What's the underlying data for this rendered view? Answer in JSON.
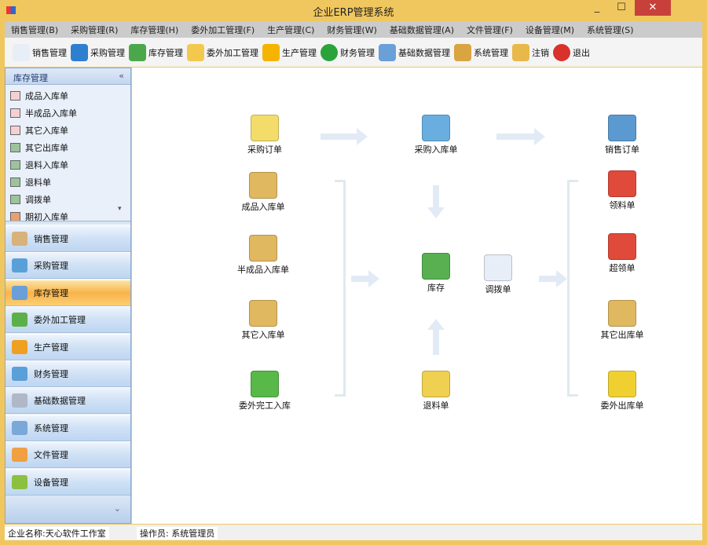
{
  "window": {
    "title": "企业ERP管理系统",
    "minimize": "_",
    "maximize": "☐",
    "close": "✕"
  },
  "menu": [
    "销售管理(B)",
    "采购管理(R)",
    "库存管理(H)",
    "委外加工管理(F)",
    "生产管理(C)",
    "财务管理(W)",
    "基础数据管理(A)",
    "文件管理(F)",
    "设备管理(M)",
    "系统管理(S)"
  ],
  "toolbar": [
    {
      "label": "销售管理",
      "icon": "edit-icon",
      "color": "#e8eef8"
    },
    {
      "label": "采购管理",
      "icon": "basket-icon",
      "color": "#2f7fd0"
    },
    {
      "label": "库存管理",
      "icon": "house-icon",
      "color": "#4aa84a"
    },
    {
      "label": "委外加工管理",
      "icon": "folder-icon",
      "color": "#f2c94c"
    },
    {
      "label": "生产管理",
      "icon": "gear-icon",
      "color": "#f5b400"
    },
    {
      "label": "财务管理",
      "icon": "dollar-icon",
      "color": "#2aa33a"
    },
    {
      "label": "基础数据管理",
      "icon": "table-icon",
      "color": "#6a9fd8"
    },
    {
      "label": "系统管理",
      "icon": "tools-icon",
      "color": "#d9a441"
    },
    {
      "label": "注销",
      "icon": "key-icon",
      "color": "#e9b84a"
    },
    {
      "label": "退出",
      "icon": "exit-icon",
      "color": "#d9322c"
    }
  ],
  "sidebar": {
    "header": "库存管理",
    "collapse": "«",
    "items": [
      "成品入库单",
      "半成品入库单",
      "其它入库单",
      "其它出库单",
      "退料入库单",
      "退料单",
      "调拨单",
      "期初入库单"
    ],
    "scroll_down": "▾",
    "nav": [
      {
        "label": "销售管理",
        "color": "#d8b27a"
      },
      {
        "label": "采购管理",
        "color": "#5aa0d8"
      },
      {
        "label": "库存管理",
        "color": "#6a9fd8",
        "active": true
      },
      {
        "label": "委外加工管理",
        "color": "#5cb04a"
      },
      {
        "label": "生产管理",
        "color": "#f0a020"
      },
      {
        "label": "财务管理",
        "color": "#5aa0d8"
      },
      {
        "label": "基础数据管理",
        "color": "#b0b8c8"
      },
      {
        "label": "系统管理",
        "color": "#7aa8d8"
      },
      {
        "label": "文件管理",
        "color": "#f0a040"
      },
      {
        "label": "设备管理",
        "color": "#8cc040"
      }
    ],
    "more": "⌄"
  },
  "diagram": {
    "purchase_order": "采购订单",
    "purchase_in": "采购入库单",
    "sales_order": "销售订单",
    "finished_in": "成品入库单",
    "semi_in": "半成品入库单",
    "other_in": "其它入库单",
    "outsource_done_in": "委外完工入库",
    "inventory": "库存",
    "transfer": "调拨单",
    "return_material": "退料单",
    "requisition": "领料单",
    "over_requisition": "超领单",
    "other_out": "其它出库单",
    "outsource_out": "委外出库单"
  },
  "status": {
    "company": "企业名称:天心软件工作室",
    "operator": "操作员: 系统管理员"
  }
}
